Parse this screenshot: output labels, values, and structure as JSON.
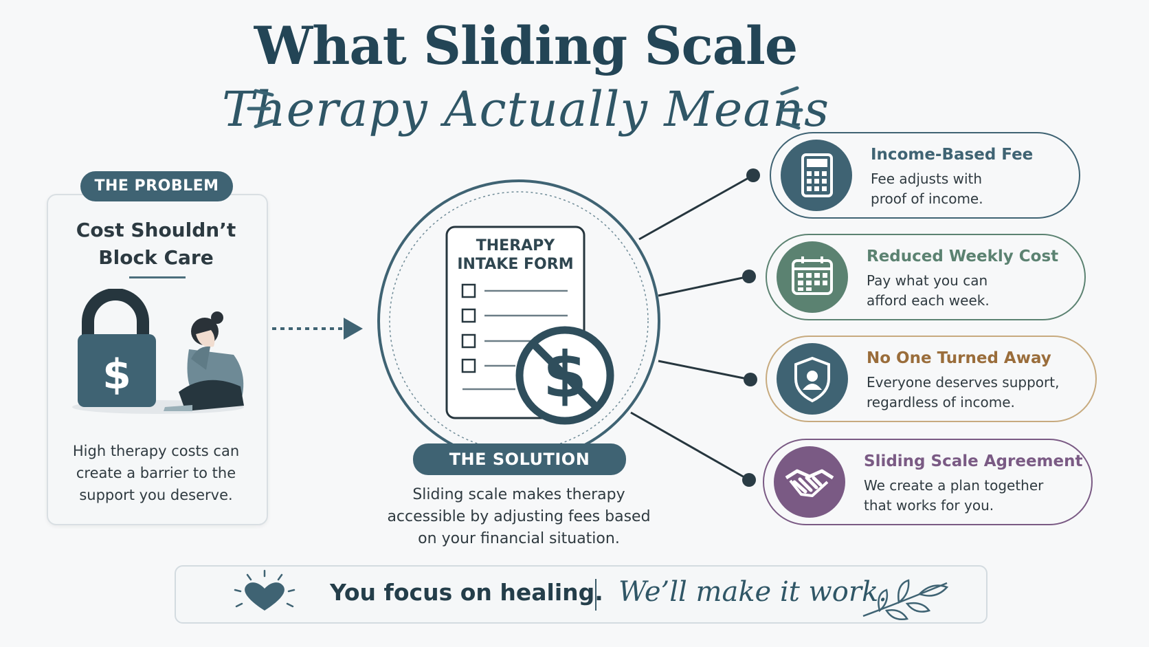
{
  "title": {
    "line1": "What Sliding Scale",
    "line2": "Therapy Actually Means"
  },
  "problem": {
    "label": "THE PROBLEM",
    "heading": "Cost Shouldn’t Block Care",
    "body": "High therapy costs can create a barrier to the support you deserve.",
    "lock_symbol": "$"
  },
  "solution": {
    "label": "THE SOLUTION",
    "body": "Sliding scale makes therapy accessible by adjusting fees based on your financial situation.",
    "form_title": "THERAPY INTAKE FORM",
    "no_cost_symbol": "$"
  },
  "benefits": [
    {
      "title": "Income-Based Fee",
      "desc_line1": "Fee adjusts with",
      "desc_line2": "proof of income.",
      "icon": "calculator-icon",
      "color": "#3f6373"
    },
    {
      "title": "Reduced Weekly Cost",
      "desc_line1": "Pay what you can",
      "desc_line2": "afford each week.",
      "icon": "calendar-icon",
      "color": "#5b8271"
    },
    {
      "title": "No One Turned Away",
      "desc_line1": "Everyone deserves support,",
      "desc_line2": "regardless of income.",
      "icon": "shield-person-icon",
      "color": "#9a6d3b",
      "ring": "#c7aa7e",
      "circle": "#3f6373"
    },
    {
      "title": "Sliding Scale Agreement",
      "desc_line1": "We create a plan together",
      "desc_line2": "that works for you.",
      "icon": "handshake-icon",
      "color": "#7a5a84"
    }
  ],
  "banner": {
    "left": "You focus on healing.",
    "right": "We’ll make it work."
  },
  "colors": {
    "primary": "#3f6373",
    "title": "#234556",
    "background": "#f7f8f9"
  }
}
